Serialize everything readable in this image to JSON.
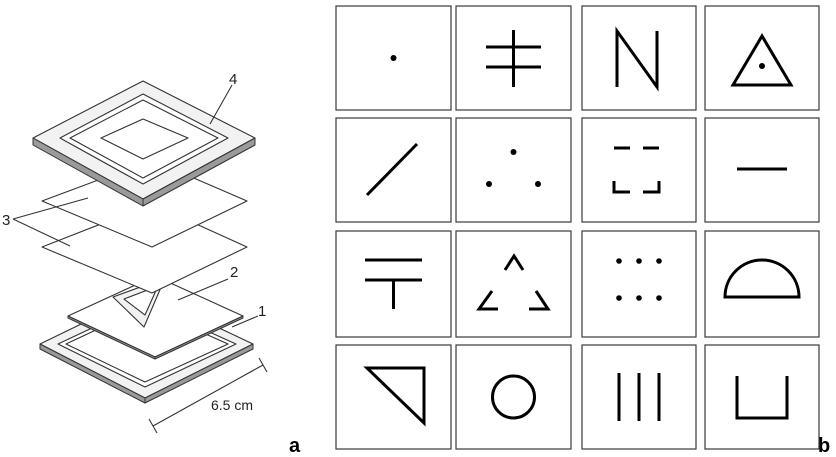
{
  "panel_a": {
    "label": "a",
    "callouts": [
      "1",
      "2",
      "3",
      "4"
    ],
    "dimension": "6.5 cm"
  },
  "panel_b": {
    "label": "b",
    "symbols": [
      "dot",
      "double-cross",
      "n-zigzag",
      "triangle-dot",
      "diagonal-line",
      "three-dots",
      "dashed-square",
      "horizontal-line",
      "bar-over-t",
      "broken-triangle",
      "six-dots",
      "half-circle",
      "right-triangle",
      "circle",
      "three-vertical-lines",
      "u-shape"
    ]
  }
}
